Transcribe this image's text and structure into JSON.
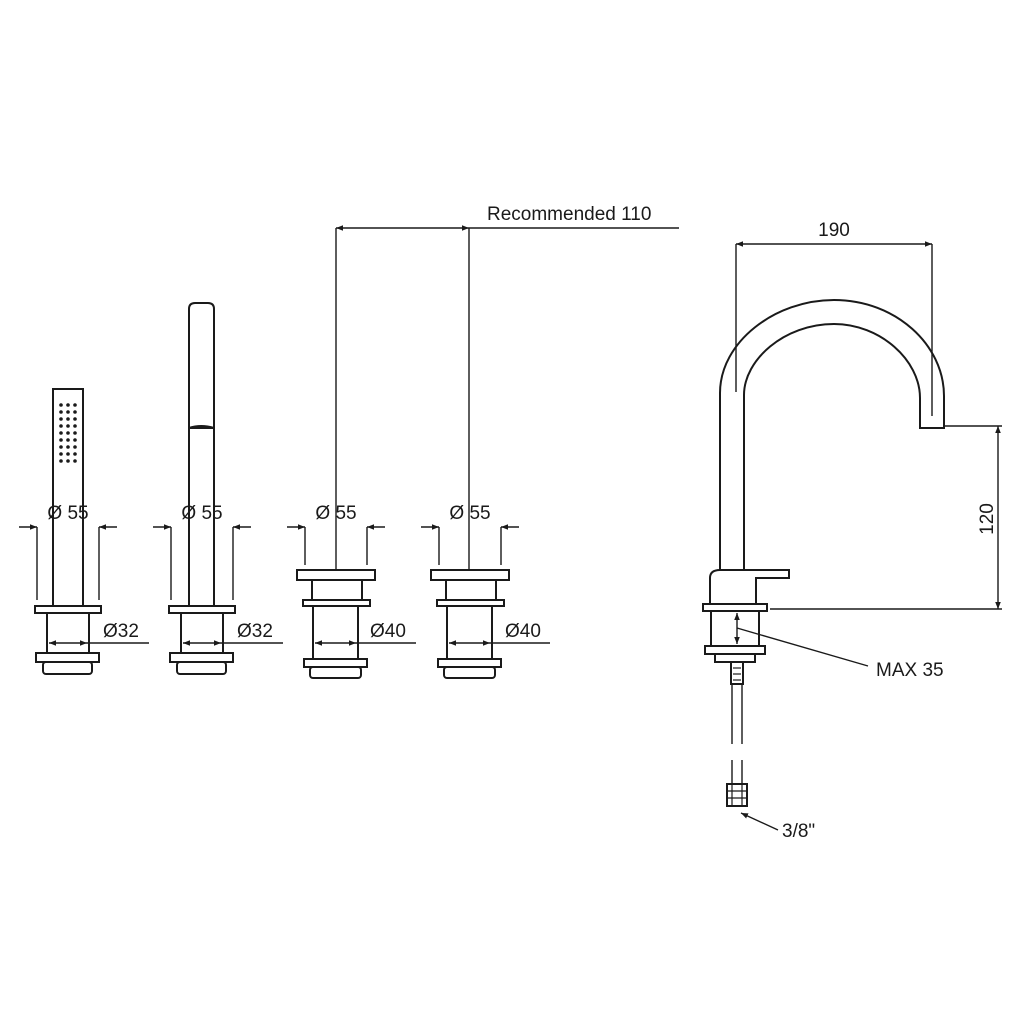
{
  "labels": {
    "dia_55": "Ø 55",
    "dia_32": "Ø32",
    "dia_40": "Ø40",
    "recommended": "Recommended 110",
    "width_190": "190",
    "height_120": "120",
    "max_35": "MAX 35",
    "thread": "3/8\""
  }
}
